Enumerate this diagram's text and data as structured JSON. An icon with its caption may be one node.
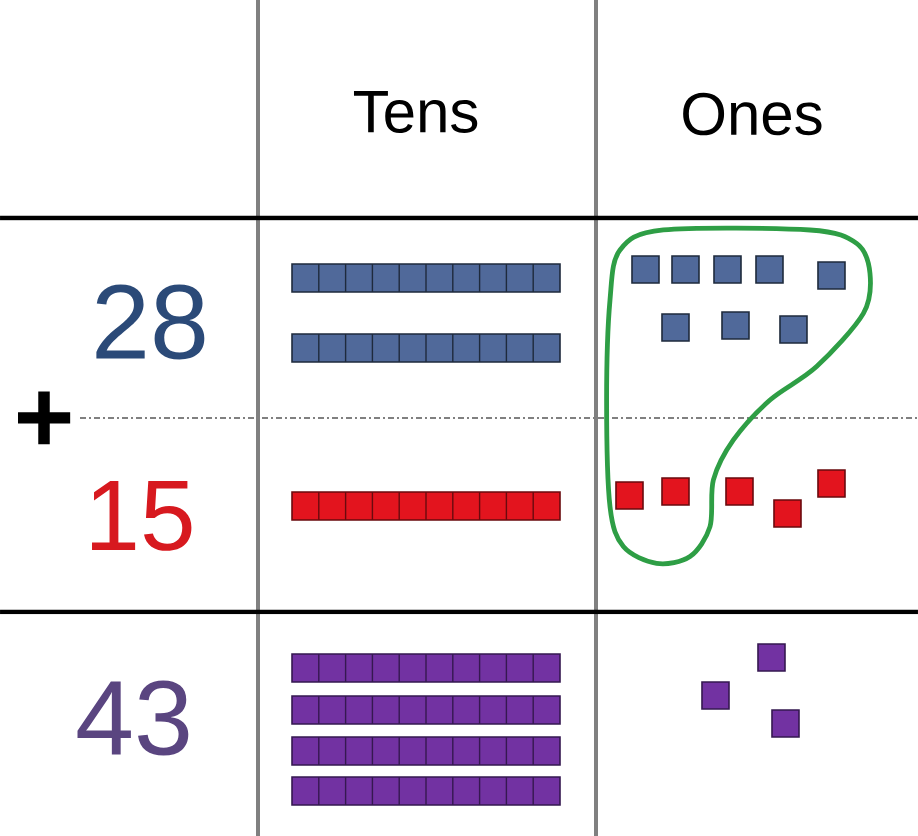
{
  "diagram": {
    "labels": [
      "Tens",
      "Ones",
      "28",
      "+",
      "15",
      "43"
    ]
  }
}
